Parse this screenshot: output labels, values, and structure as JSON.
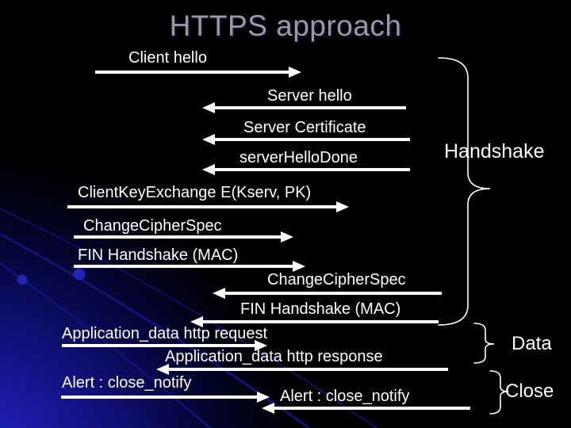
{
  "slide": {
    "title": "HTTPS approach",
    "messages": [
      {
        "id": "client-hello",
        "label": "Client hello",
        "direction": "right"
      },
      {
        "id": "server-hello",
        "label": "Server hello",
        "direction": "left"
      },
      {
        "id": "server-certificate",
        "label": "Server Certificate",
        "direction": "left"
      },
      {
        "id": "server-hello-done",
        "label": "serverHelloDone",
        "direction": "left"
      },
      {
        "id": "client-key-exchange",
        "label": "ClientKeyExchange E(Kserv, PK)",
        "direction": "right"
      },
      {
        "id": "change-cipher-spec-client",
        "label": "ChangeCipherSpec",
        "direction": "right"
      },
      {
        "id": "fin-handshake-client",
        "label": "FIN Handshake (MAC)",
        "direction": "right"
      },
      {
        "id": "change-cipher-spec-server",
        "label": "ChangeCipherSpec",
        "direction": "left"
      },
      {
        "id": "fin-handshake-server",
        "label": "FIN Handshake (MAC)",
        "direction": "left"
      },
      {
        "id": "app-data-http-request",
        "label": "Application_data http request",
        "direction": "right"
      },
      {
        "id": "app-data-http-response",
        "label": "Application_data http response",
        "direction": "left"
      },
      {
        "id": "alert-close-notify-client",
        "label": "Alert : close_notify",
        "direction": "right"
      },
      {
        "id": "alert-close-notify-server",
        "label": "Alert : close_notify",
        "direction": "left"
      }
    ],
    "phases": [
      {
        "id": "handshake",
        "label": "Handshake"
      },
      {
        "id": "data",
        "label": "Data"
      },
      {
        "id": "close",
        "label": "Close"
      }
    ],
    "colors": {
      "background": "#000000",
      "title_text": "#9a9aa2",
      "message_text": "#ffffff",
      "arrow": "#ffffff",
      "brace": "#ffffff",
      "glow_blue": "#1b1ba6",
      "arc_blue": "#141478",
      "bead_blue": "#2222b4"
    }
  }
}
